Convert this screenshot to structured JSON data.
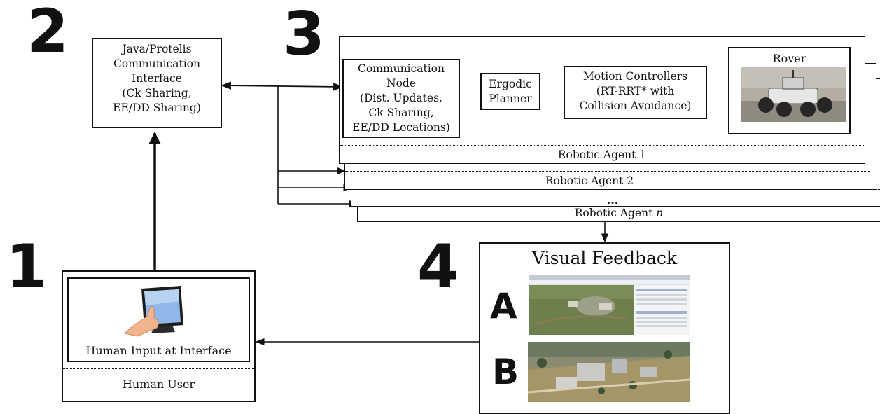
{
  "steps": {
    "one": "1",
    "two": "2",
    "three": "3",
    "four": "4"
  },
  "comm_interface": {
    "lines": [
      "Java/Protelis",
      "Communication",
      "Interface",
      "(Ck Sharing,",
      "EE/DD Sharing)"
    ]
  },
  "agent": {
    "comm_node": [
      "Communication",
      "Node",
      "(Dist. Updates,",
      "Ck Sharing,",
      "EE/DD Locations)"
    ],
    "ergodic": [
      "Ergodic",
      "Planner"
    ],
    "motion": [
      "Motion Controllers",
      "(RT-RRT* with",
      "Collision Avoidance)"
    ],
    "rover_label": "Rover",
    "agent1_label": "Robotic Agent 1",
    "agent2_label": "Robotic Agent 2",
    "ellipsis": "...",
    "agentn_prefix": "Robotic Agent ",
    "agentn_suffix": "n"
  },
  "human": {
    "input_label": "Human Input at Interface",
    "user_label": "Human User"
  },
  "feedback": {
    "title": "Visual Feedback",
    "label_a": "A",
    "label_b": "B"
  },
  "colors": {
    "line": "#111111",
    "rover_bg": "#a9a59c",
    "rover_body": "#2b2b2b",
    "terrain_green": "#6d7f4a",
    "terrain_brown": "#8a7a55",
    "aerial_sky": "#7b8a80",
    "screen_blue": "#7fa6d9"
  }
}
